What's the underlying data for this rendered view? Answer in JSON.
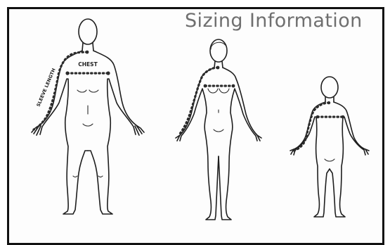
{
  "title": "Sizing Information",
  "labels": {
    "chest": "CHEST",
    "sleeve_length": "SLEEVE LENGTH"
  },
  "figures": [
    {
      "id": "man",
      "measurements": [
        "chest",
        "sleeve length"
      ]
    },
    {
      "id": "woman",
      "measurements": [
        "chest",
        "sleeve length"
      ]
    },
    {
      "id": "child",
      "measurements": [
        "chest",
        "sleeve length"
      ]
    }
  ]
}
